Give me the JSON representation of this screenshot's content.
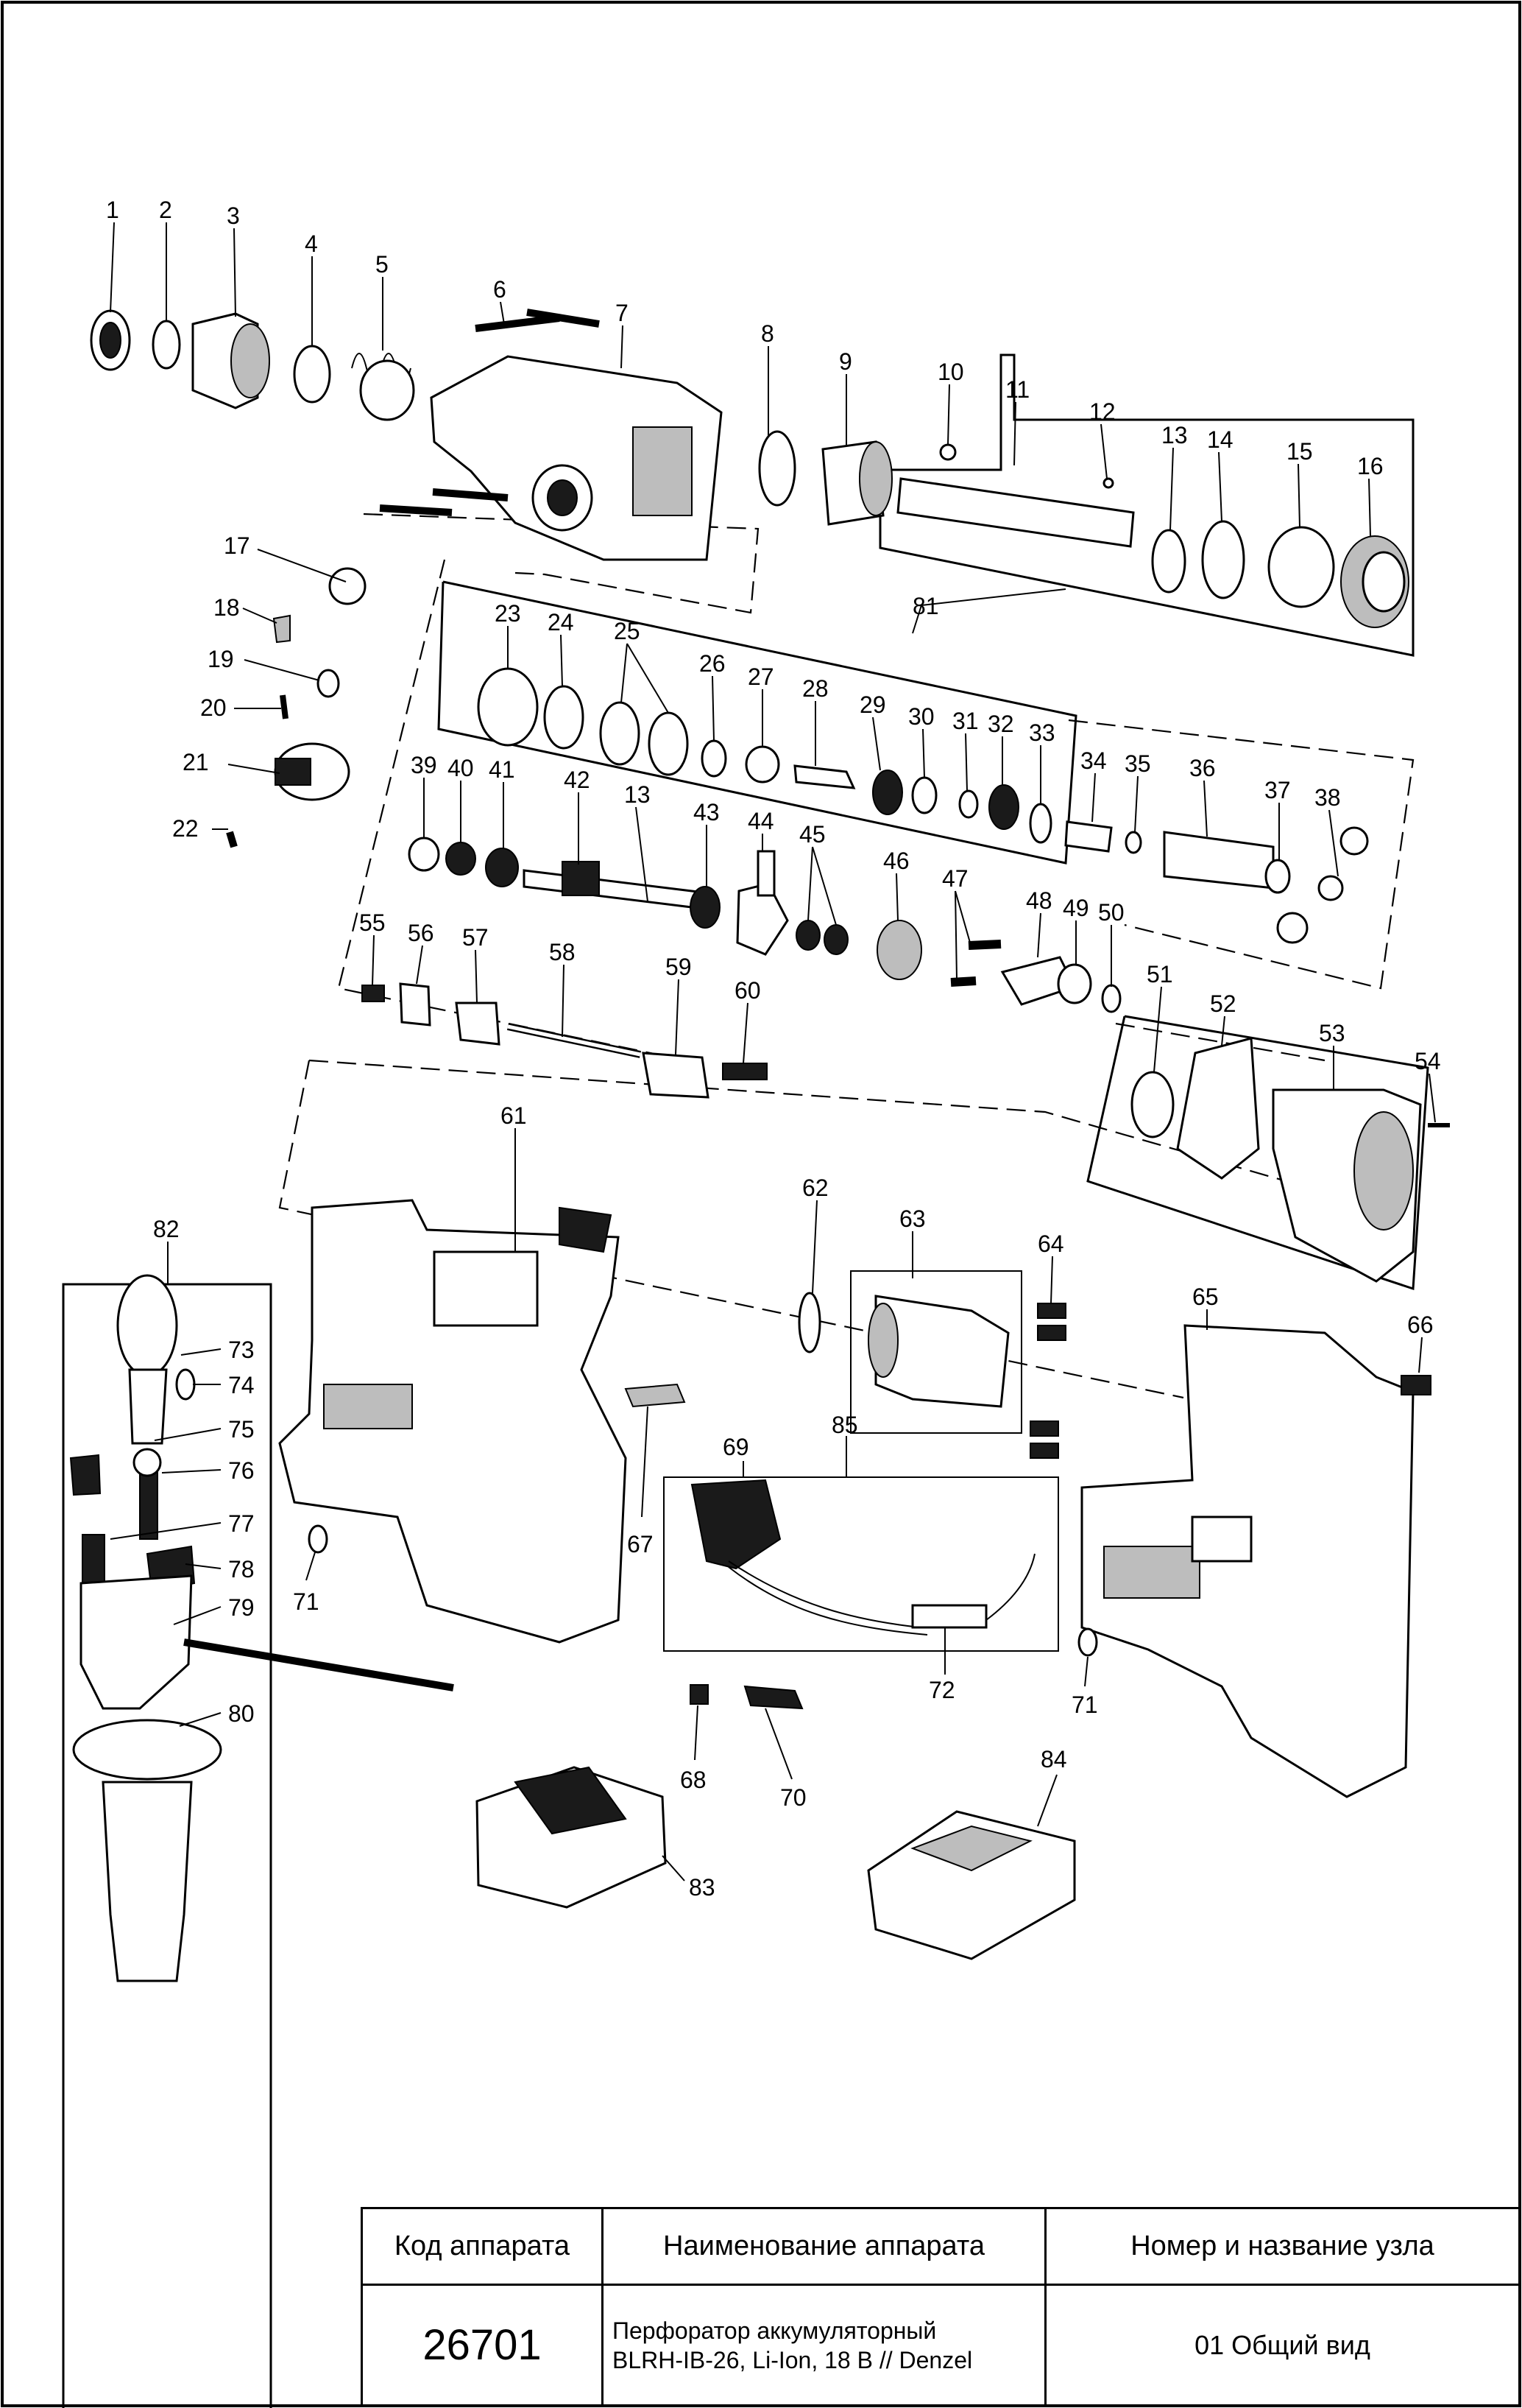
{
  "parts": {
    "labels": [
      "1",
      "2",
      "3",
      "4",
      "5",
      "6",
      "7",
      "8",
      "9",
      "10",
      "11",
      "12",
      "13",
      "14",
      "15",
      "16",
      "17",
      "18",
      "19",
      "20",
      "21",
      "22",
      "23",
      "24",
      "25",
      "26",
      "27",
      "28",
      "29",
      "30",
      "31",
      "32",
      "33",
      "34",
      "35",
      "36",
      "37",
      "38",
      "39",
      "40",
      "41",
      "42",
      "13",
      "43",
      "44",
      "45",
      "46",
      "47",
      "48",
      "49",
      "50",
      "51",
      "52",
      "53",
      "54",
      "55",
      "56",
      "57",
      "58",
      "59",
      "60",
      "61",
      "62",
      "63",
      "64",
      "65",
      "66",
      "67",
      "68",
      "69",
      "70",
      "71",
      "71",
      "72",
      "73",
      "74",
      "75",
      "76",
      "77",
      "78",
      "79",
      "80",
      "81",
      "82",
      "83",
      "84",
      "85"
    ]
  },
  "title_block": {
    "col1_header": "Код аппарата",
    "col2_header": "Наименование аппарата",
    "col3_header": "Номер и название узла",
    "code": "26701",
    "name_line1": "Перфоратор аккумуляторный",
    "name_line2": "BLRH-IB-26, Li-Ion, 18 В // Denzel",
    "node": "01 Общий вид"
  }
}
